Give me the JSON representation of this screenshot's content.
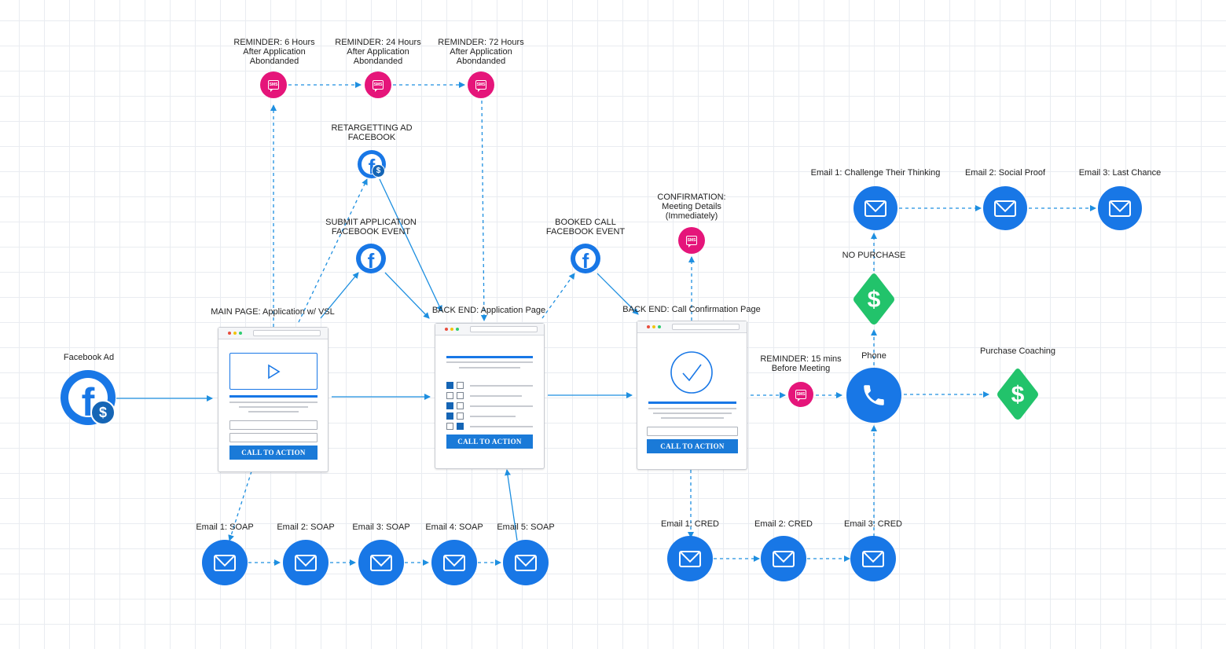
{
  "diagram": {
    "entry": {
      "label": "Facebook Ad"
    },
    "main_page": {
      "label": "MAIN PAGE: Application w/ VSL",
      "cta": "CALL TO ACTION"
    },
    "app_page": {
      "label": "BACK END: Application Page",
      "cta": "CALL TO ACTION"
    },
    "confirm_page": {
      "label": "BACK END: Call Confirmation Page",
      "cta": "CALL TO ACTION"
    },
    "reminders": [
      {
        "label": "REMINDER: 6 Hours\nAfter Application\nAbondanded"
      },
      {
        "label": "REMINDER: 24 Hours\nAfter Application\nAbondanded"
      },
      {
        "label": "REMINDER: 72 Hours\nAfter Application\nAbondanded"
      }
    ],
    "retargeting": {
      "label": "RETARGETTING AD\nFACEBOOK"
    },
    "submit_event": {
      "label": "SUBMIT APPLICATION\nFACEBOOK EVENT"
    },
    "booked_event": {
      "label": "BOOKED CALL\nFACEBOOK EVENT"
    },
    "confirmation_sms": {
      "label": "CONFIRMATION:\nMeeting Details\n(Immediately)"
    },
    "meeting_reminder": {
      "label": "REMINDER: 15 mins\nBefore Meeting"
    },
    "phone": {
      "label": "Phone"
    },
    "no_purchase": {
      "label": "NO PURCHASE"
    },
    "purchase": {
      "label": "Purchase Coaching"
    },
    "soap_emails": [
      {
        "label": "Email 1: SOAP"
      },
      {
        "label": "Email 2: SOAP"
      },
      {
        "label": "Email 3: SOAP"
      },
      {
        "label": "Email 4: SOAP"
      },
      {
        "label": "Email 5: SOAP"
      }
    ],
    "cred_emails": [
      {
        "label": "Email 1: CRED"
      },
      {
        "label": "Email 2: CRED"
      },
      {
        "label": "Email 3: CRED"
      }
    ],
    "followup_emails": [
      {
        "label": "Email 1: Challenge Their Thinking"
      },
      {
        "label": "Email 2: Social Proof"
      },
      {
        "label": "Email 3: Last Chance"
      }
    ],
    "sms_icon_text": "SMS",
    "colors": {
      "blue": "#1877e6",
      "pink": "#e5157a",
      "green": "#22c36b",
      "arrow": "#1e8fe0"
    }
  }
}
